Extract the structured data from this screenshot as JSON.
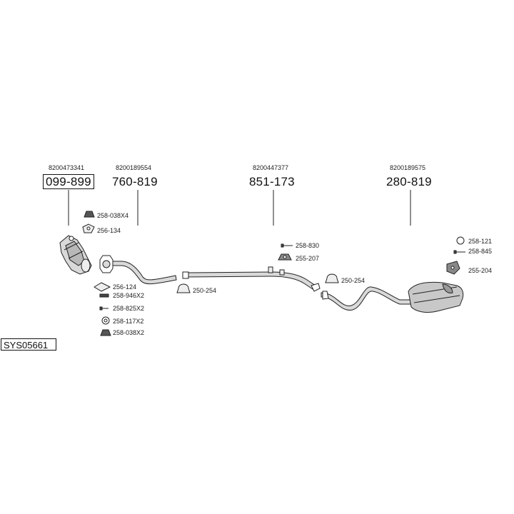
{
  "system_code": "SYS05661",
  "main_parts": [
    {
      "oem": "8200473341",
      "part": "099-899",
      "boxed": true
    },
    {
      "oem": "8200189554",
      "part": "760-819",
      "boxed": false
    },
    {
      "oem": "8200447377",
      "part": "851-173",
      "boxed": false
    },
    {
      "oem": "8200189575",
      "part": "280-819",
      "boxed": false
    }
  ],
  "accessories": {
    "a258_038x4": "258-038X4",
    "a256_134": "256-134",
    "a256_124": "256-124",
    "a258_946x2": "258-946X2",
    "a258_825x2": "258-825X2",
    "a258_117x2": "258-117X2",
    "a258_038x2": "258-038X2",
    "a250_254_left": "250-254",
    "a258_830": "258-830",
    "a255_207": "255-207",
    "a250_254_right": "250-254",
    "a258_121": "258-121",
    "a258_845": "258-845",
    "a255_204": "255-204"
  },
  "colors": {
    "line": "#222222",
    "part_fill": "#d9d9d9",
    "part_dark": "#9a9a9a"
  }
}
